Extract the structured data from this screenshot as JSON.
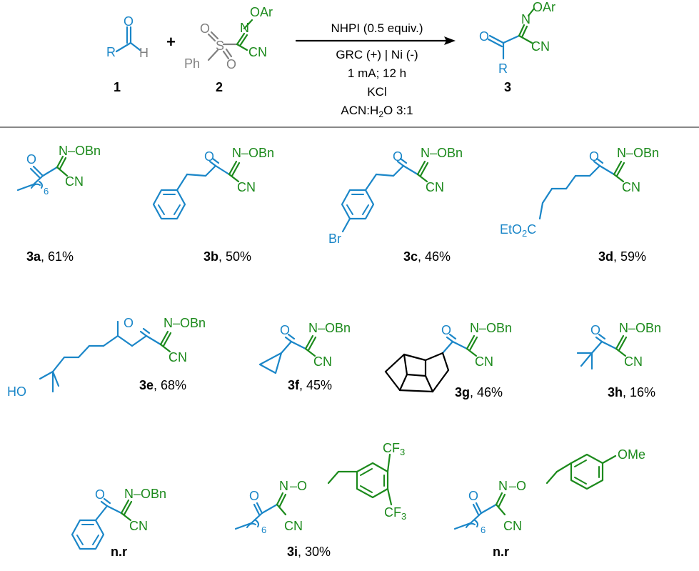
{
  "scheme": {
    "reagents": {
      "r1": {
        "num": "1",
        "r": "R",
        "h": "H",
        "o": "O"
      },
      "plus": "+",
      "r2": {
        "num": "2",
        "ph": "Ph",
        "s": "S",
        "o1": "O",
        "o2": "O",
        "n": "N",
        "oar": "OAr",
        "cn": "CN"
      },
      "product": {
        "num": "3",
        "o": "O",
        "r": "R",
        "n": "N",
        "oar": "OAr",
        "cn": "CN"
      }
    },
    "conditions": {
      "line1": "NHPI (0.5 equiv.)",
      "line2": "GRC (+) | Ni (-)",
      "line3": "1 mA; 12 h",
      "line4": "KCl",
      "line5_pre": "ACN:H",
      "line5_sub": "2",
      "line5_post": "O 3:1"
    }
  },
  "substrates": [
    {
      "id": "3a",
      "yield": ", 61%",
      "sub": "6"
    },
    {
      "id": "3b",
      "yield": ", 50%"
    },
    {
      "id": "3c",
      "yield": ", 46%",
      "br": "Br"
    },
    {
      "id": "3d",
      "yield": ", 59%",
      "ester_a": "EtO",
      "ester_sub": "2",
      "ester_b": "C"
    },
    {
      "id": "3e",
      "yield": ", 68%",
      "ho": "HO"
    },
    {
      "id": "3f",
      "yield": ", 45%"
    },
    {
      "id": "3g",
      "yield": ", 46%"
    },
    {
      "id": "3h",
      "yield": ", 16%"
    },
    {
      "id": "n.r",
      "yield": ""
    },
    {
      "id": "3i",
      "yield": ", 30%",
      "sub": "6",
      "cf3a": "CF",
      "cf3b": "CF",
      "three": "3"
    },
    {
      "id": "n.r",
      "yield": "",
      "sub": "6",
      "ome": "OMe"
    }
  ],
  "common": {
    "o": "O",
    "n_obn": "N–OBn",
    "cn": "CN",
    "n": "N",
    "dash_o": "–O"
  },
  "colors": {
    "blue": "#1a86c8",
    "green": "#1c8a1c",
    "grey": "#808080"
  }
}
